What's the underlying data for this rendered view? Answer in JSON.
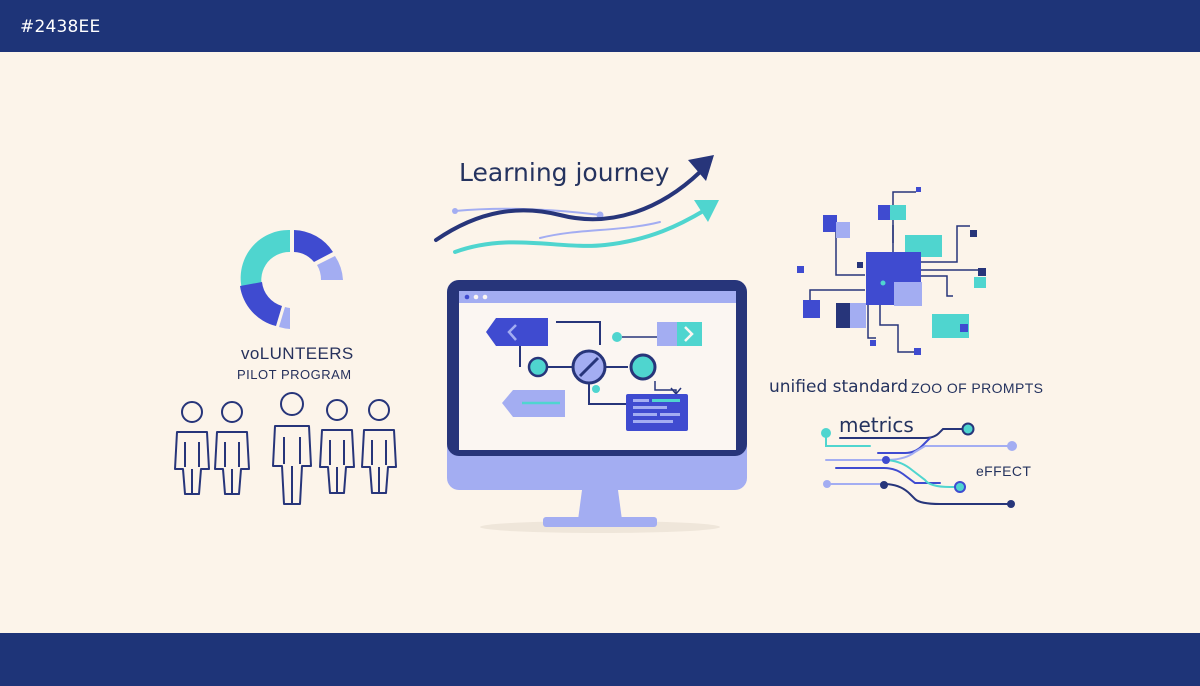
{
  "header": {
    "hex_label": "#2438EE"
  },
  "people": {
    "title": "voLUNTEERS",
    "subtitle": "PILOT PROGRAM"
  },
  "journey": {
    "title": "Learning journey"
  },
  "network": {
    "label_left": "unified standard",
    "label_right": "ZOO OF PROMPTS"
  },
  "metrics": {
    "title": "metrics",
    "effect_label": "eFFECT"
  },
  "icons": [
    "donut-icon",
    "person-icon",
    "journey-arrow-icon",
    "monitor-icon",
    "flowchart-icon",
    "network-icon",
    "circuit-icon"
  ],
  "colors": {
    "navy": "#1e3478",
    "indigo": "#3f4bd0",
    "periwinkle": "#a3adf2",
    "turquoise": "#4fd5cf",
    "background": "#fcf4ea"
  }
}
